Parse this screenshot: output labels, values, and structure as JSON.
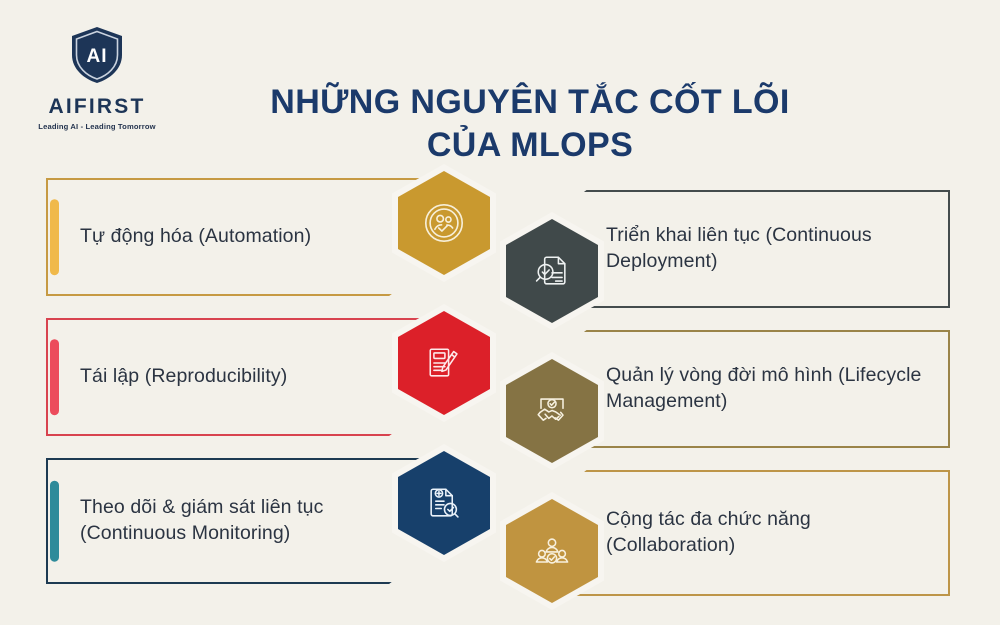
{
  "brand": {
    "shield_icon": "shield-ai-icon",
    "shield_text": "AI",
    "wordmark": "AIFIRST",
    "tagline": "Leading AI - Leading Tomorrow",
    "navy": "#1d3557"
  },
  "title": {
    "line1": "NHỮNG NGUYÊN TẮC CỐT LÕI",
    "line2": "CỦA MLOPS",
    "color": "#1b3a6b"
  },
  "background_color": "#f3f1ea",
  "left_column": [
    {
      "label": "Tự động hóa (Automation)",
      "icon": "people-check-badge-icon",
      "hex_color": "#c9992f",
      "line_color": "#c69a43",
      "accent_color": "#f0b94a"
    },
    {
      "label": "Tái lập (Reproducibility)",
      "icon": "document-pencil-icon",
      "hex_color": "#dc2029",
      "line_color": "#d8434f",
      "accent_color": "#ec4c5c"
    },
    {
      "label": "Theo dõi & giám sát liên tục (Continuous Monitoring)",
      "icon": "document-check-monitor-icon",
      "hex_color": "#17406b",
      "line_color": "#1d3a52",
      "accent_color": "#2e8b9a"
    }
  ],
  "right_column": [
    {
      "label": "Triển khai liên tục (Continuous Deployment)",
      "icon": "document-magnifier-check-icon",
      "hex_color": "#40494a",
      "line_color": "#444c4d",
      "accent_color": "#40494a"
    },
    {
      "label": "Quản lý vòng đời mô hình (Lifecycle Management)",
      "icon": "handshake-check-icon",
      "hex_color": "#857344",
      "line_color": "#9a8449",
      "accent_color": "#857344"
    },
    {
      "label": "Cộng tác đa chức năng (Collaboration)",
      "icon": "people-group-check-icon",
      "hex_color": "#c09440",
      "line_color": "#bd9548",
      "accent_color": "#c09440"
    }
  ]
}
